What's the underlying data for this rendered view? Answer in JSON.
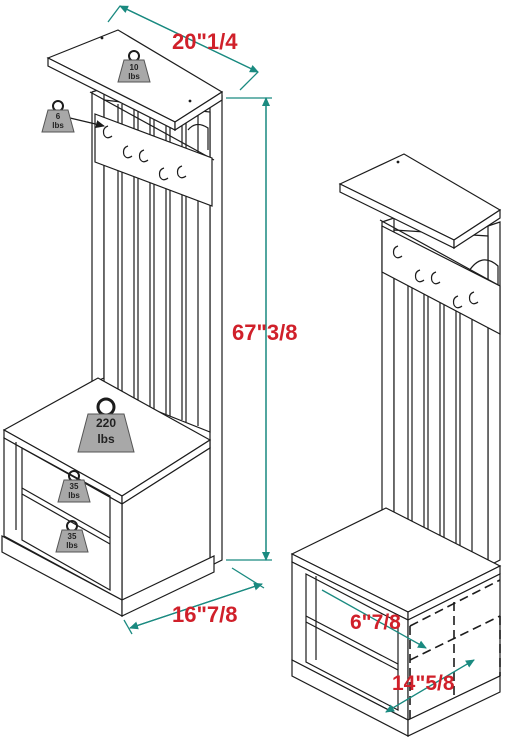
{
  "dimensions": {
    "width": "20\"1/4",
    "height": "67\"3/8",
    "depth": "16\"7/8",
    "shelf_height": "6\"7/8",
    "cubby_height": "14\"5/8"
  },
  "weights": {
    "top_shelf": {
      "value": "10",
      "unit": "lbs"
    },
    "hook": {
      "value": "6",
      "unit": "lbs"
    },
    "bench": {
      "value": "220",
      "unit": "lbs"
    },
    "shelf_upper": {
      "value": "35",
      "unit": "lbs"
    },
    "shelf_lower": {
      "value": "35",
      "unit": "lbs"
    }
  },
  "colors": {
    "dimension_text": "#d0202a",
    "dimension_line": "#1a8a80",
    "weight_fill": "#a8a8a8"
  },
  "icons": [
    "weight-icon",
    "hook-icon"
  ]
}
